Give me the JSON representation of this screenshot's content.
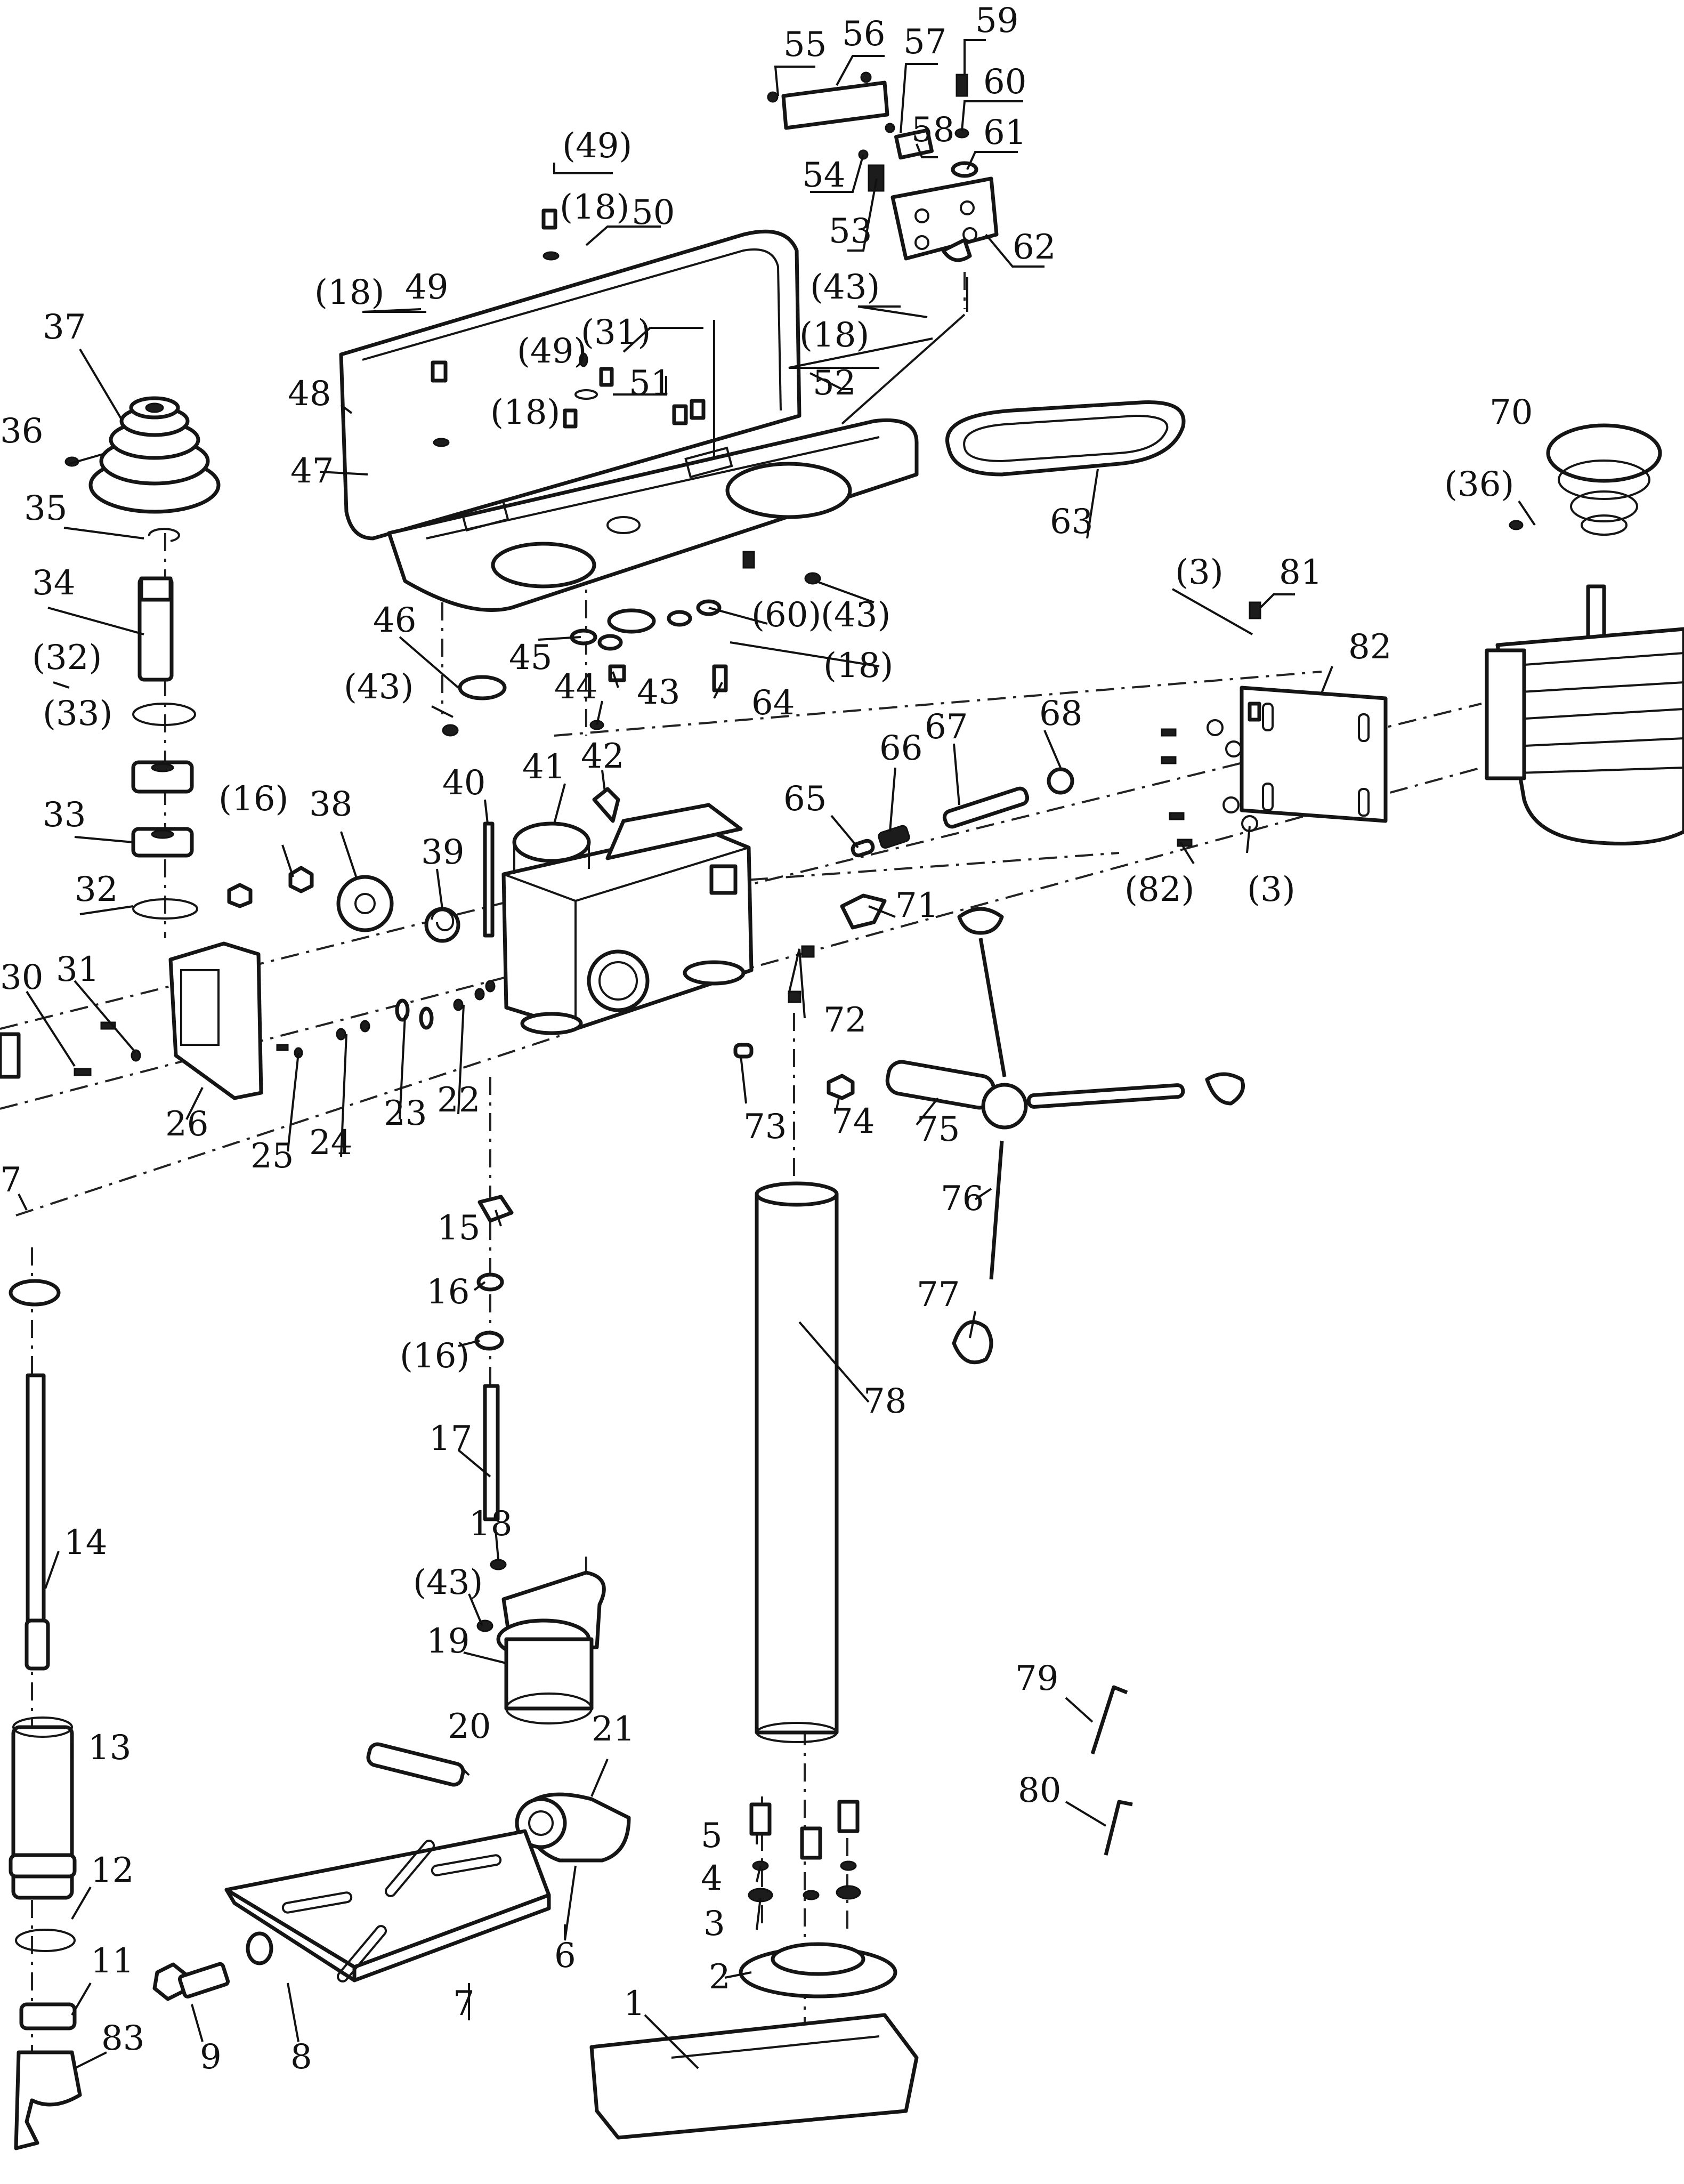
{
  "diagram": {
    "line_color": "#151515",
    "labels": [
      {
        "id": "l55",
        "text": "55"
      },
      {
        "id": "l56",
        "text": "56"
      },
      {
        "id": "l57",
        "text": "57"
      },
      {
        "id": "l59",
        "text": "59"
      },
      {
        "id": "l60",
        "text": "60"
      },
      {
        "id": "l58",
        "text": "58"
      },
      {
        "id": "l61",
        "text": "61"
      },
      {
        "id": "l54",
        "text": "54"
      },
      {
        "id": "l53",
        "text": "53"
      },
      {
        "id": "l62",
        "text": "62"
      },
      {
        "id": "l49a",
        "text": "(49)"
      },
      {
        "id": "l18a",
        "text": "(18)"
      },
      {
        "id": "l50",
        "text": "50"
      },
      {
        "id": "l18b",
        "text": "(18)"
      },
      {
        "id": "l49b",
        "text": "49"
      },
      {
        "id": "l43a",
        "text": "(43)"
      },
      {
        "id": "l49c",
        "text": "(49)"
      },
      {
        "id": "l31a",
        "text": "(31)"
      },
      {
        "id": "l18c",
        "text": "(18)"
      },
      {
        "id": "l51",
        "text": "51"
      },
      {
        "id": "l52",
        "text": "52"
      },
      {
        "id": "l48",
        "text": "48"
      },
      {
        "id": "l18d",
        "text": "(18)"
      },
      {
        "id": "l47",
        "text": "47"
      },
      {
        "id": "l37",
        "text": "37"
      },
      {
        "id": "l36",
        "text": "36"
      },
      {
        "id": "l35",
        "text": "35"
      },
      {
        "id": "l34",
        "text": "34"
      },
      {
        "id": "l32a",
        "text": "(32)"
      },
      {
        "id": "l33a",
        "text": "(33)"
      },
      {
        "id": "l33",
        "text": "33"
      },
      {
        "id": "l32",
        "text": "32"
      },
      {
        "id": "l63",
        "text": "63"
      },
      {
        "id": "l70",
        "text": "70"
      },
      {
        "id": "l36a",
        "text": "(36)"
      },
      {
        "id": "l3a",
        "text": "(3)"
      },
      {
        "id": "l81",
        "text": "81"
      },
      {
        "id": "l82",
        "text": "82"
      },
      {
        "id": "l46",
        "text": "46"
      },
      {
        "id": "l45",
        "text": "45"
      },
      {
        "id": "l60a",
        "text": "(60)"
      },
      {
        "id": "l43b",
        "text": "(43)"
      },
      {
        "id": "l18e",
        "text": "(18)"
      },
      {
        "id": "l43c",
        "text": "(43)"
      },
      {
        "id": "l44",
        "text": "44"
      },
      {
        "id": "l43",
        "text": "43"
      },
      {
        "id": "l64",
        "text": "64"
      },
      {
        "id": "l67",
        "text": "67"
      },
      {
        "id": "l68",
        "text": "68"
      },
      {
        "id": "l66",
        "text": "66"
      },
      {
        "id": "l65",
        "text": "65"
      },
      {
        "id": "l16a",
        "text": "(16)"
      },
      {
        "id": "l38",
        "text": "38"
      },
      {
        "id": "l40",
        "text": "40"
      },
      {
        "id": "l41",
        "text": "41"
      },
      {
        "id": "l42",
        "text": "42"
      },
      {
        "id": "l39",
        "text": "39"
      },
      {
        "id": "l82a",
        "text": "(82)"
      },
      {
        "id": "l3b",
        "text": "(3)"
      },
      {
        "id": "l71",
        "text": "71"
      },
      {
        "id": "l30",
        "text": "30"
      },
      {
        "id": "l31",
        "text": "31"
      },
      {
        "id": "l72",
        "text": "72"
      },
      {
        "id": "l26",
        "text": "26"
      },
      {
        "id": "l25",
        "text": "25"
      },
      {
        "id": "l24",
        "text": "24"
      },
      {
        "id": "l23",
        "text": "23"
      },
      {
        "id": "l22",
        "text": "22"
      },
      {
        "id": "l73",
        "text": "73"
      },
      {
        "id": "l74",
        "text": "74"
      },
      {
        "id": "l75",
        "text": "75"
      },
      {
        "id": "l76",
        "text": "76"
      },
      {
        "id": "l7a",
        "text": "7"
      },
      {
        "id": "l15",
        "text": "15"
      },
      {
        "id": "l16",
        "text": "16"
      },
      {
        "id": "l16b",
        "text": "(16)"
      },
      {
        "id": "l77",
        "text": "77"
      },
      {
        "id": "l78",
        "text": "78"
      },
      {
        "id": "l17",
        "text": "17"
      },
      {
        "id": "l14",
        "text": "14"
      },
      {
        "id": "l18",
        "text": "18"
      },
      {
        "id": "l43d",
        "text": "(43)"
      },
      {
        "id": "l19",
        "text": "19"
      },
      {
        "id": "l79",
        "text": "79"
      },
      {
        "id": "l20",
        "text": "20"
      },
      {
        "id": "l21",
        "text": "21"
      },
      {
        "id": "l13",
        "text": "13"
      },
      {
        "id": "l80",
        "text": "80"
      },
      {
        "id": "l5",
        "text": "5"
      },
      {
        "id": "l4",
        "text": "4"
      },
      {
        "id": "l3",
        "text": "3"
      },
      {
        "id": "l12",
        "text": "12"
      },
      {
        "id": "l6",
        "text": "6"
      },
      {
        "id": "l2",
        "text": "2"
      },
      {
        "id": "l11",
        "text": "11"
      },
      {
        "id": "l7",
        "text": "7"
      },
      {
        "id": "l9",
        "text": "9"
      },
      {
        "id": "l8",
        "text": "8"
      },
      {
        "id": "l1",
        "text": "1"
      },
      {
        "id": "l83",
        "text": "83"
      }
    ]
  }
}
